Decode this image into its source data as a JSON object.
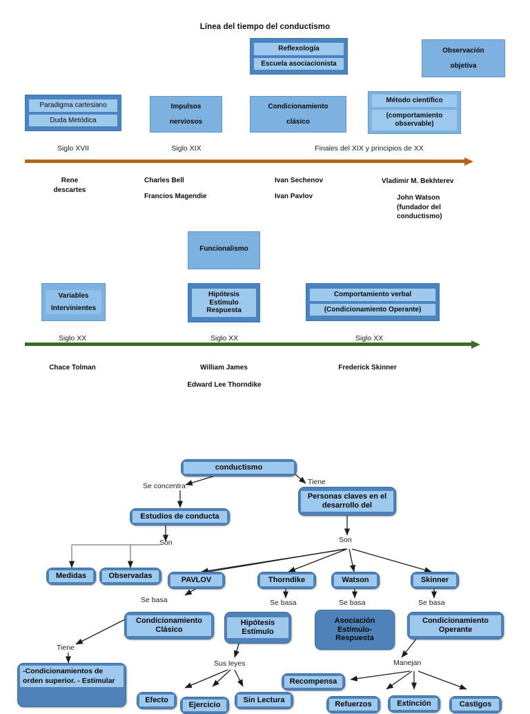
{
  "colors": {
    "box_outer": "#4a84bf",
    "box_inner": "#9ec9ee",
    "box_light": "#7db1e0",
    "axis_brown": "#b5651d",
    "axis_green": "#3c6b27",
    "node_fill": "#4f82b8",
    "node_label": "#9ec9ee"
  },
  "timeline": {
    "title": "Línea del tiempo del conductismo",
    "upper_boxes": [
      {
        "lines": [
          "Reflexología",
          "Escuela asociacionista"
        ]
      },
      {
        "lines": [
          "Observación",
          "objetiva"
        ]
      }
    ],
    "main_boxes": [
      {
        "lines": [
          "Paradigma cartesiano",
          "Duda Metódica"
        ]
      },
      {
        "lines": [
          "Impulsos",
          "nerviosos"
        ]
      },
      {
        "lines": [
          "Condicionamiento",
          "clásico"
        ]
      },
      {
        "lines": [
          "Método científico",
          "(comportamiento observable)"
        ]
      }
    ],
    "eras_top": [
      "Siglo XVII",
      "Siglo XIX",
      "Finales del XIX y principios de XX"
    ],
    "people_top": [
      {
        "lines": [
          "Rene",
          "descartes"
        ]
      },
      {
        "lines": [
          "Charles Bell",
          "Francios Magendie"
        ]
      },
      {
        "lines": [
          "Ivan Sechenov",
          "Ivan Pavlov"
        ]
      },
      {
        "lines": [
          "Vladimir M. Bekhterev",
          "John Watson",
          "(fundador del",
          "conductismo)"
        ]
      }
    ],
    "lower_boxes": [
      {
        "lines": [
          "Funcionalismo"
        ]
      },
      {
        "lines": [
          "Variables",
          "Intervinientes"
        ]
      },
      {
        "lines": [
          "Hipótesis",
          "Estímulo",
          "Respuesta"
        ]
      },
      {
        "lines": [
          "Comportamiento verbal",
          "(Condicionamiento Operante)"
        ]
      }
    ],
    "eras_bottom": [
      "Siglo XX",
      "Siglo XX",
      "Siglo  XX"
    ],
    "people_bottom": [
      {
        "lines": [
          "Chace Tolman"
        ]
      },
      {
        "lines": [
          "William James",
          "Edward Lee Thorndike"
        ]
      },
      {
        "lines": [
          "Frederick Skinner"
        ]
      }
    ]
  },
  "concept_map": {
    "nodes": [
      {
        "id": "conductismo",
        "text": "conductismo"
      },
      {
        "id": "personas",
        "text": "Personas claves en el desarrollo del"
      },
      {
        "id": "estudios",
        "text": "Estudios de conducta"
      },
      {
        "id": "medidas",
        "text": "Medidas"
      },
      {
        "id": "observadas",
        "text": "Observadas"
      },
      {
        "id": "pavlov",
        "text": "PAVLOV"
      },
      {
        "id": "thorndike",
        "text": "Thorndike"
      },
      {
        "id": "watson",
        "text": "Watson"
      },
      {
        "id": "skinner",
        "text": "Skinner"
      },
      {
        "id": "cond-clasico",
        "text": "Condicionamiento Clásico"
      },
      {
        "id": "hipotesis",
        "text": "Hipótesis Estímulo"
      },
      {
        "id": "asociacion",
        "text": "Asociación Estímulo- Respuesta"
      },
      {
        "id": "cond-operante",
        "text": "Condicionamiento Operante"
      },
      {
        "id": "orden-superior",
        "text": "-Condicionamientos de orden superior. - Estimular"
      },
      {
        "id": "efecto",
        "text": "Efecto"
      },
      {
        "id": "ejercicio",
        "text": "Ejercicio"
      },
      {
        "id": "sin-lectura",
        "text": "Sin Lectura"
      },
      {
        "id": "recompensa",
        "text": "Recompensa"
      },
      {
        "id": "refuerzos",
        "text": "Refuerzos"
      },
      {
        "id": "extincion",
        "text": "Extinción"
      },
      {
        "id": "castigos",
        "text": "Castigos"
      }
    ],
    "edge_labels": [
      {
        "id": "se-concentra",
        "text": "Se concentra"
      },
      {
        "id": "tiene-1",
        "text": "Tiene"
      },
      {
        "id": "son-1",
        "text": "Son"
      },
      {
        "id": "son-2",
        "text": "Son"
      },
      {
        "id": "se-basa-1",
        "text": "Se basa"
      },
      {
        "id": "se-basa-2",
        "text": "Se basa"
      },
      {
        "id": "se-basa-3",
        "text": "Se basa"
      },
      {
        "id": "se-basa-4",
        "text": "Se basa"
      },
      {
        "id": "tiene-2",
        "text": "Tiene"
      },
      {
        "id": "sus-leyes",
        "text": "Sus leyes"
      },
      {
        "id": "manejan",
        "text": "Manejan"
      }
    ]
  }
}
